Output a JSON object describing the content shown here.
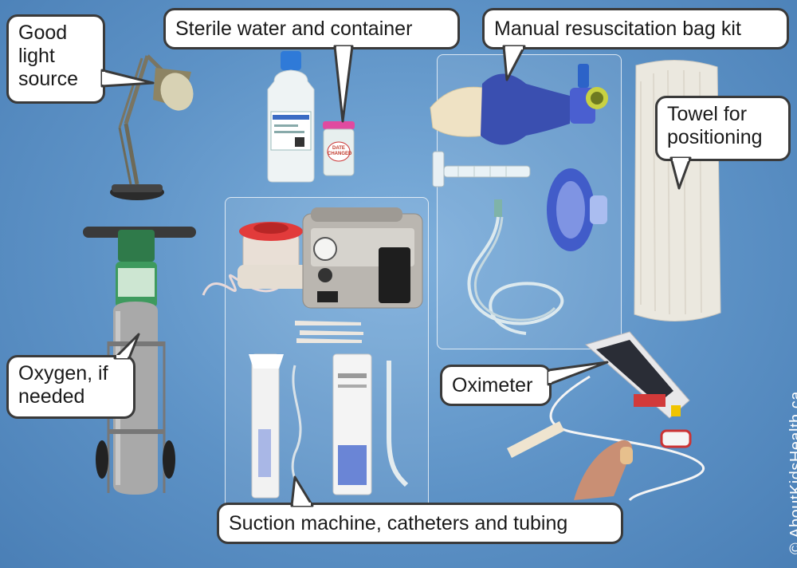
{
  "labels": {
    "light": "Good light source",
    "water": "Sterile water and container",
    "bag": "Manual resuscitation bag kit",
    "towel": "Towel for positioning",
    "oxygen": "Oxygen, if needed",
    "oximeter": "Oximeter",
    "suction": "Suction machine, catheters and tubing"
  },
  "container_label": "DATE CHANGED",
  "credit": "© AboutKidsHealth.ca",
  "colors": {
    "background": "#5d92c6",
    "callout_fill": "#ffffff",
    "callout_border": "#3a3a3a",
    "suction_cap": "#e23b3b",
    "mask": "#3a4fb0"
  }
}
